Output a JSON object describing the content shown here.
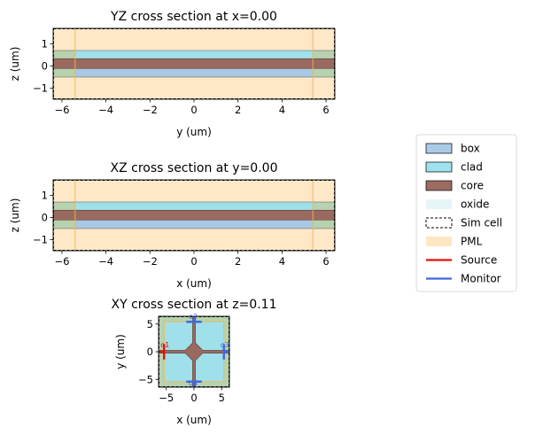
{
  "chart_data": [
    {
      "type": "cross_section",
      "title": "YZ cross section at x=0.00",
      "xlabel": "y (um)",
      "ylabel": "z (um)",
      "xlim": [
        -6.4,
        6.4
      ],
      "ylim": [
        -1.5,
        1.7
      ],
      "xticks": [
        -6,
        -4,
        -2,
        0,
        2,
        4,
        6
      ],
      "xtick_labels": [
        "−6",
        "−4",
        "−2",
        "0",
        "2",
        "4",
        "6"
      ],
      "yticks": [
        -1,
        0,
        1
      ],
      "ytick_labels": [
        "−1",
        "0",
        "1"
      ],
      "sim_cell": [
        -6.4,
        6.4,
        -1.5,
        1.7
      ],
      "pml_inner": [
        -5.4,
        5.4
      ],
      "layers": [
        {
          "name": "box",
          "z": [
            -0.5,
            0.0
          ]
        },
        {
          "name": "clad",
          "z": [
            0.0,
            0.7
          ]
        },
        {
          "name": "core",
          "z": [
            -0.11,
            0.33
          ]
        }
      ]
    },
    {
      "type": "cross_section",
      "title": "XZ cross section at y=0.00",
      "xlabel": "x (um)",
      "ylabel": "z (um)",
      "xlim": [
        -6.4,
        6.4
      ],
      "ylim": [
        -1.5,
        1.7
      ],
      "xticks": [
        -6,
        -4,
        -2,
        0,
        2,
        4,
        6
      ],
      "xtick_labels": [
        "−6",
        "−4",
        "−2",
        "0",
        "2",
        "4",
        "6"
      ],
      "yticks": [
        -1,
        0,
        1
      ],
      "ytick_labels": [
        "−1",
        "0",
        "1"
      ],
      "sim_cell": [
        -6.4,
        6.4,
        -1.5,
        1.7
      ],
      "pml_inner": [
        -5.4,
        5.4
      ],
      "layers": [
        {
          "name": "box",
          "z": [
            -0.5,
            0.0
          ]
        },
        {
          "name": "clad",
          "z": [
            0.0,
            0.7
          ]
        },
        {
          "name": "core",
          "z": [
            -0.11,
            0.33
          ]
        }
      ]
    },
    {
      "type": "cross_section",
      "title": "XY cross section at z=0.11",
      "xlabel": "x (um)",
      "ylabel": "y (um)",
      "xlim": [
        -6.4,
        6.4
      ],
      "ylim": [
        -6.4,
        6.4
      ],
      "xticks": [
        -5,
        0,
        5
      ],
      "xtick_labels": [
        "−5",
        "0",
        "5"
      ],
      "yticks": [
        -5,
        0,
        5
      ],
      "ytick_labels": [
        "−5",
        "0",
        "5"
      ],
      "pml_inner": [
        -5.4,
        5.4
      ],
      "ports": [
        {
          "name": "o1",
          "x": -5.4,
          "y": 0,
          "kind": "Source"
        },
        {
          "name": "o2",
          "x": 0,
          "y": 5.4,
          "kind": "Monitor"
        },
        {
          "name": "o3",
          "x": 5.4,
          "y": 0,
          "kind": "Monitor"
        },
        {
          "name": "o4",
          "x": 0,
          "y": -5.4,
          "kind": "Monitor"
        }
      ]
    }
  ],
  "legend": {
    "position": "right",
    "items": [
      {
        "label": "box",
        "kind": "patch",
        "color": "#abcae6"
      },
      {
        "label": "clad",
        "kind": "patch",
        "color": "#9de2ec"
      },
      {
        "label": "core",
        "kind": "patch",
        "color": "#9c6b62"
      },
      {
        "label": "oxide",
        "kind": "patch",
        "color": "#e6f5f8"
      },
      {
        "label": "Sim cell",
        "kind": "dashed",
        "color": "#000000"
      },
      {
        "label": "PML",
        "kind": "patch",
        "color": "#ffe7c4"
      },
      {
        "label": "Source",
        "kind": "line",
        "color": "#e8100b"
      },
      {
        "label": "Monitor",
        "kind": "line",
        "color": "#4169e1"
      }
    ]
  },
  "colors": {
    "pml": "#ffe8c8",
    "pml_edge": "#f0b44b",
    "clad": "#9fe0ea",
    "box": "#a9c8e3",
    "core": "#9a6a60",
    "pml_overlay": "#b7d2ae",
    "source": "#e8100b",
    "monitor": "#4169e1"
  }
}
